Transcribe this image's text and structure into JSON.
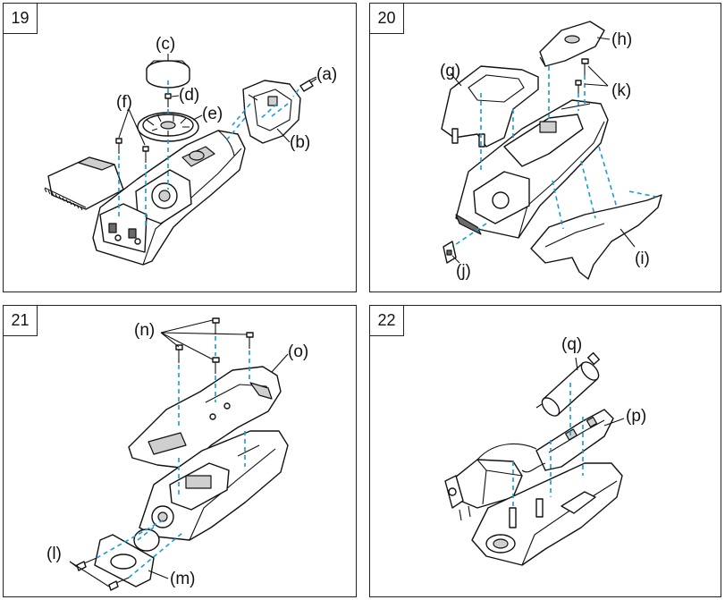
{
  "panels": [
    {
      "number": "19",
      "labels": {
        "a": "(a)",
        "b": "(b)",
        "c": "(c)",
        "d": "(d)",
        "e": "(e)",
        "f": "(f)"
      }
    },
    {
      "number": "20",
      "labels": {
        "g": "(g)",
        "h": "(h)",
        "i": "(i)",
        "j": "(j)",
        "k": "(k)"
      }
    },
    {
      "number": "21",
      "labels": {
        "l": "(l)",
        "m": "(m)",
        "n": "(n)",
        "o": "(o)"
      }
    },
    {
      "number": "22",
      "labels": {
        "p": "(p)",
        "q": "(q)"
      }
    }
  ],
  "colors": {
    "guide_line": "#1a9bd4",
    "outline": "#111111",
    "frame": "#222222"
  }
}
